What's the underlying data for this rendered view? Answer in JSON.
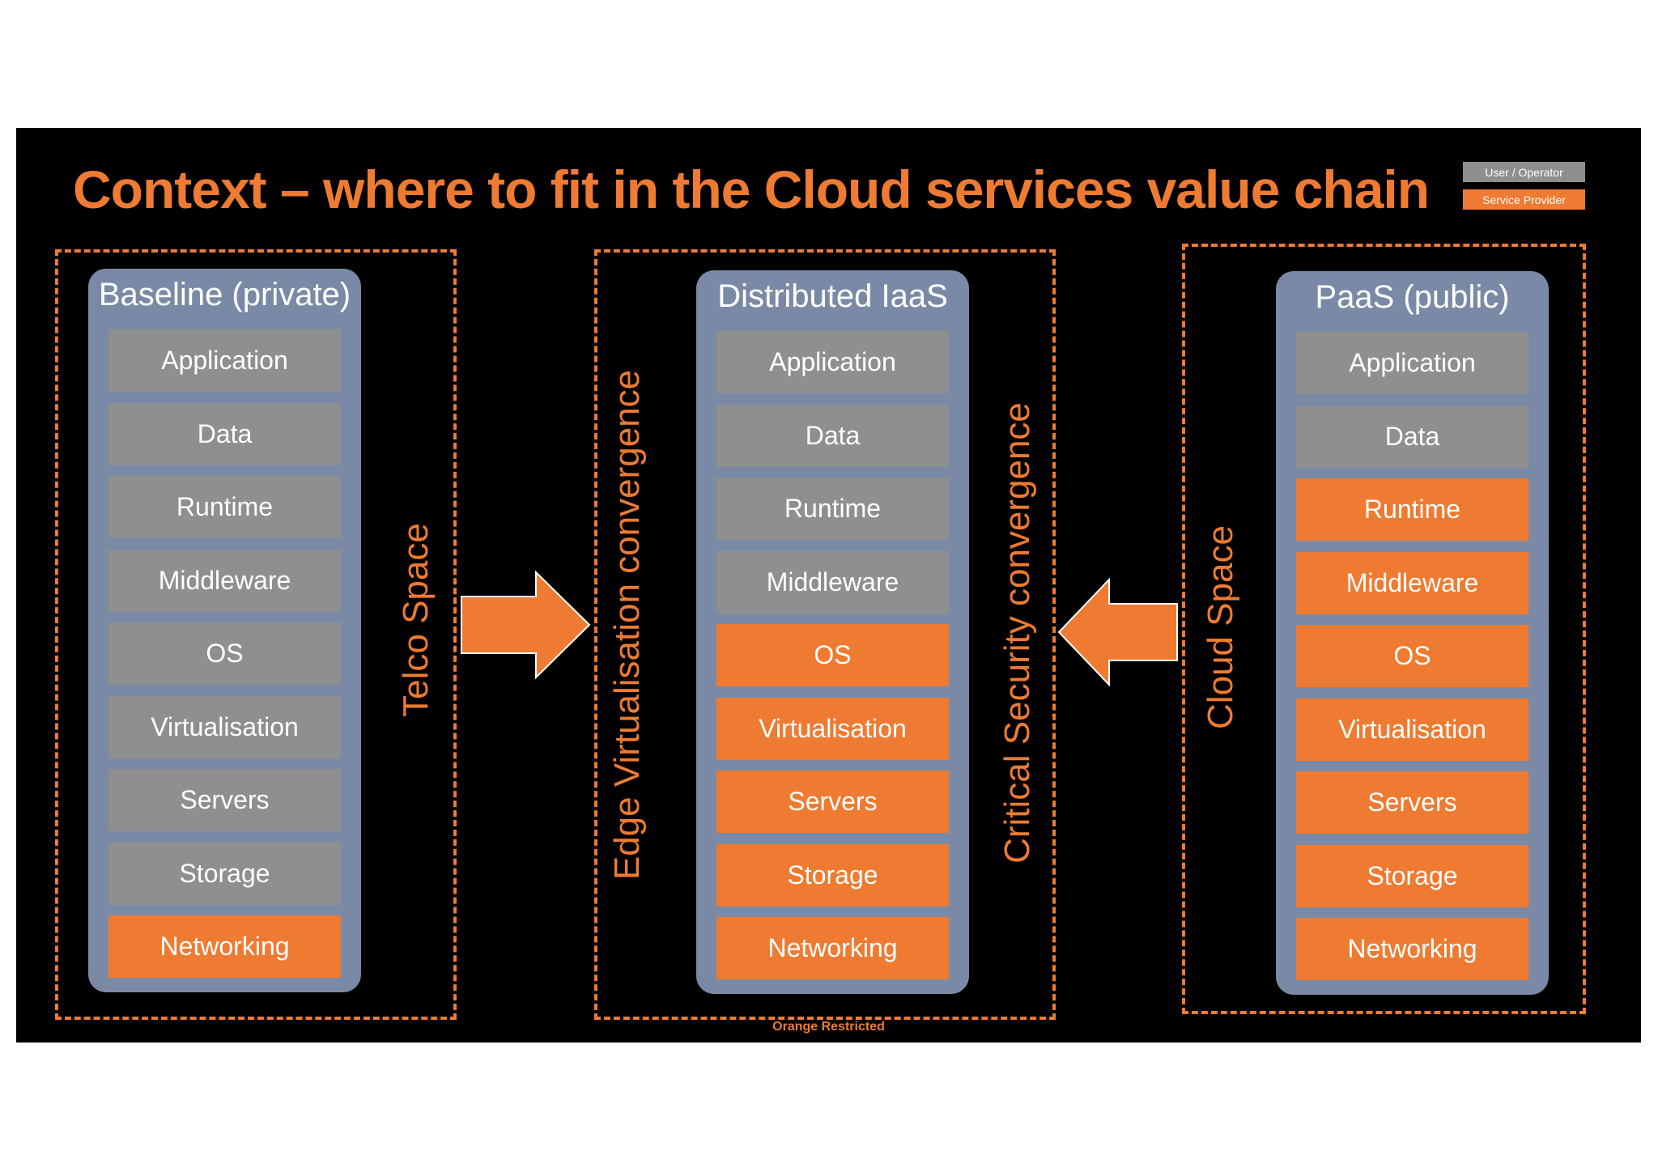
{
  "title": "Context – where to fit in the Cloud services value chain",
  "legend": {
    "user": "User / Operator",
    "provider": "Service Provider"
  },
  "colors": {
    "user": "#8f8f8f",
    "provider": "#ee7b31",
    "stack": "#7a8aa6",
    "background": "#000000"
  },
  "stacks": [
    {
      "title": "Baseline (private)",
      "layers": [
        {
          "label": "Application",
          "owner": "user"
        },
        {
          "label": "Data",
          "owner": "user"
        },
        {
          "label": "Runtime",
          "owner": "user"
        },
        {
          "label": "Middleware",
          "owner": "user"
        },
        {
          "label": "OS",
          "owner": "user"
        },
        {
          "label": "Virtualisation",
          "owner": "user"
        },
        {
          "label": "Servers",
          "owner": "user"
        },
        {
          "label": "Storage",
          "owner": "user"
        },
        {
          "label": "Networking",
          "owner": "provider"
        }
      ]
    },
    {
      "title": "Distributed IaaS",
      "layers": [
        {
          "label": "Application",
          "owner": "user"
        },
        {
          "label": "Data",
          "owner": "user"
        },
        {
          "label": "Runtime",
          "owner": "user"
        },
        {
          "label": "Middleware",
          "owner": "user"
        },
        {
          "label": "OS",
          "owner": "provider"
        },
        {
          "label": "Virtualisation",
          "owner": "provider"
        },
        {
          "label": "Servers",
          "owner": "provider"
        },
        {
          "label": "Storage",
          "owner": "provider"
        },
        {
          "label": "Networking",
          "owner": "provider"
        }
      ]
    },
    {
      "title": "PaaS (public)",
      "layers": [
        {
          "label": "Application",
          "owner": "user"
        },
        {
          "label": "Data",
          "owner": "user"
        },
        {
          "label": "Runtime",
          "owner": "provider"
        },
        {
          "label": "Middleware",
          "owner": "provider"
        },
        {
          "label": "OS",
          "owner": "provider"
        },
        {
          "label": "Virtualisation",
          "owner": "provider"
        },
        {
          "label": "Servers",
          "owner": "provider"
        },
        {
          "label": "Storage",
          "owner": "provider"
        },
        {
          "label": "Networking",
          "owner": "provider"
        }
      ]
    }
  ],
  "side_labels": {
    "telco": "Telco Space",
    "edge": "Edge Virtualisation convergence",
    "security": "Critical Security convergence",
    "cloud": "Cloud Space"
  },
  "footer": "Orange Restricted"
}
